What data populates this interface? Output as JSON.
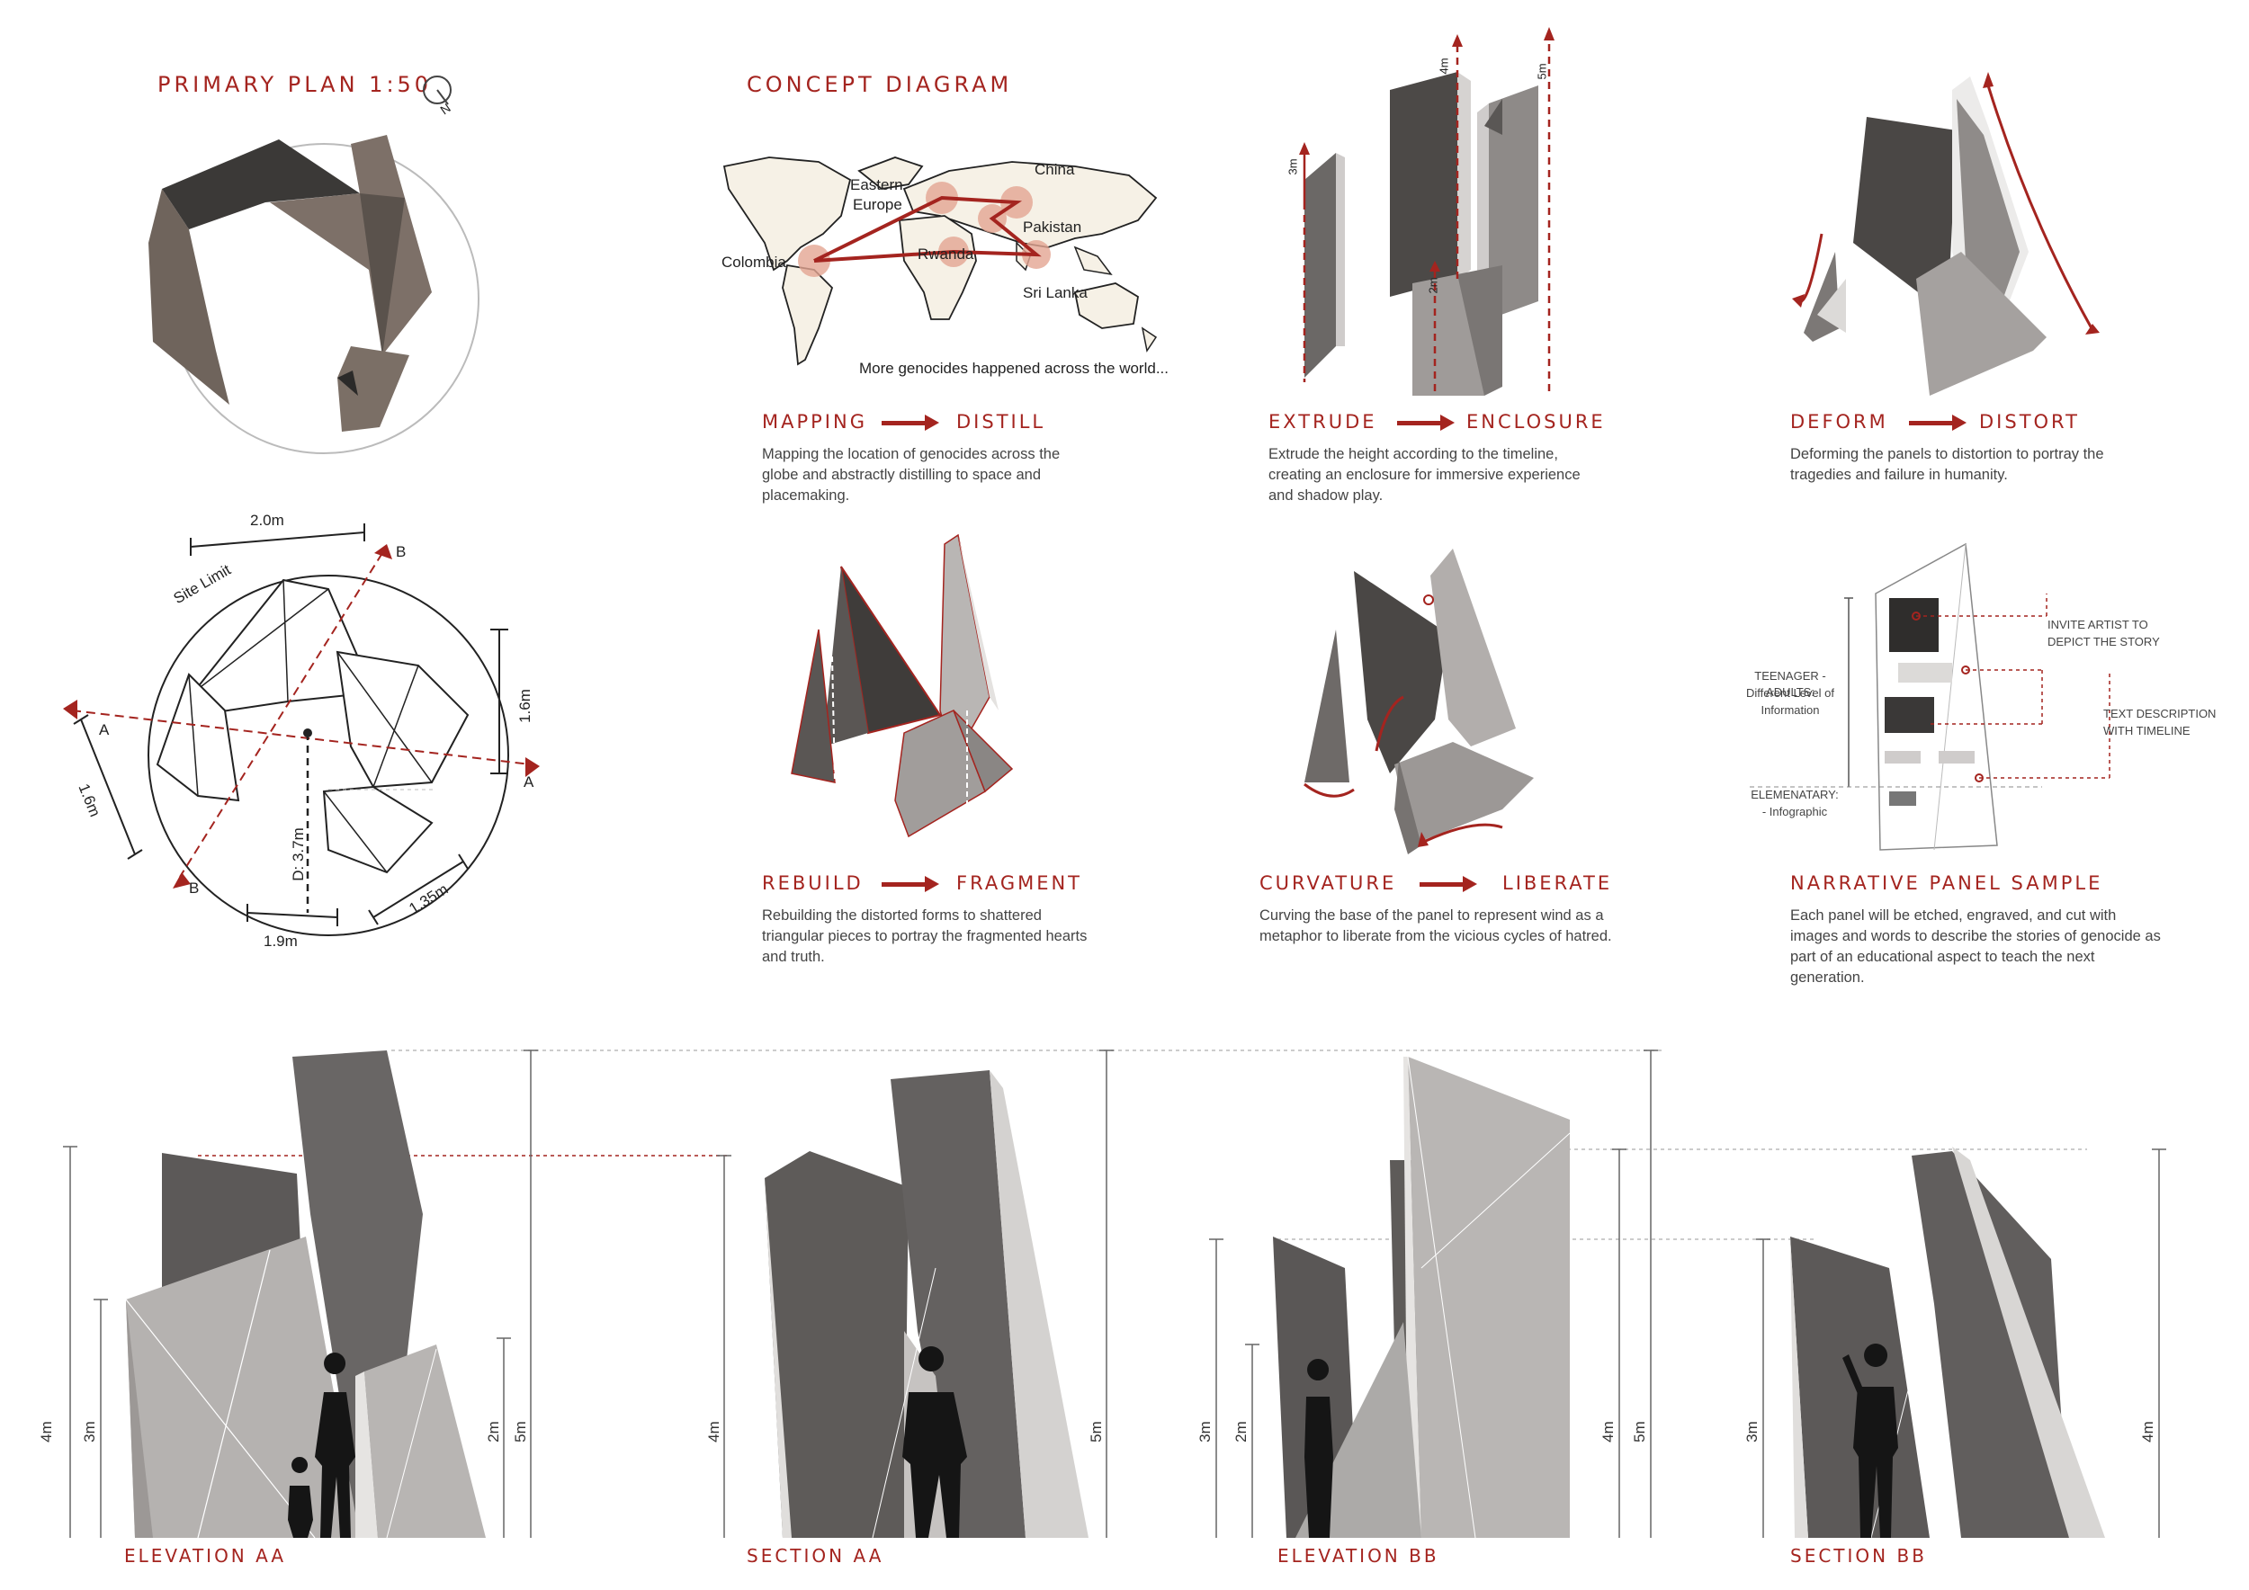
{
  "plan": {
    "title": "PRIMARY PLAN   1:50",
    "north": "N"
  },
  "concept": {
    "title": "CONCEPT DIAGRAM",
    "caption": "More genocides happened across the world...",
    "places": {
      "ee1": "Eastern",
      "ee2": "Europe",
      "china": "China",
      "pakistan": "Pakistan",
      "colombia": "Colombia",
      "rwanda": "Rwanda",
      "srilanka": "Sri Lanka"
    }
  },
  "dims_plan": {
    "site_limit": "Site Limit",
    "d20": "2.0m",
    "d16a": "1.6m",
    "d16b": "1.6m",
    "d19": "1.9m",
    "d135": "1.35m",
    "d37": "D: 3.7m",
    "a": "A",
    "b": "B"
  },
  "extrude_dims": {
    "m3": "3m",
    "m4": "4m",
    "m5": "5m",
    "m2": "2m"
  },
  "steps": [
    {
      "left": "MAPPING",
      "right": "DISTILL",
      "text": "Mapping the location of genocides across the globe and abstractly distilling to space and placemaking."
    },
    {
      "left": "EXTRUDE",
      "right": "ENCLOSURE",
      "text": "Extrude the height according to the timeline, creating an enclosure for immersive experience and shadow play."
    },
    {
      "left": "DEFORM",
      "right": "DISTORT",
      "text": "Deforming the panels to distortion to portray the tragedies and failure in humanity."
    },
    {
      "left": "REBUILD",
      "right": "FRAGMENT",
      "text": "Rebuilding the distorted forms to shattered triangular pieces to portray the fragmented hearts and truth."
    },
    {
      "left": "CURVATURE",
      "right": "LIBERATE",
      "text": "Curving the base of the panel to represent wind as a metaphor to liberate from the vicious cycles of hatred."
    }
  ],
  "narrative": {
    "title": "NARRATIVE PANEL SAMPLE",
    "text": "Each panel will be etched, engraved, and cut with images and words to describe the stories of genocide as part of an educational aspect to teach the next generation.",
    "teen1": "TEENAGER - ADULTS:",
    "teen2": "Different Level of",
    "teen3": "Information",
    "elem1": "ELEMENATARY:",
    "elem2": "- Infographic",
    "invite1": "INVITE ARTIST TO",
    "invite2": "DEPICT THE STORY",
    "textdesc1": "TEXT DESCRIPTION",
    "textdesc2": "WITH TIMELINE"
  },
  "elevations": [
    {
      "label": "ELEVATION AA",
      "d1": "4m",
      "d2": "3m",
      "d3": "2m",
      "d4": "5m"
    },
    {
      "label": "SECTION AA",
      "d1": "4m",
      "d2": "5m"
    },
    {
      "label": "ELEVATION BB",
      "d1": "3m",
      "d2": "2m",
      "d3": "4m",
      "d4": "5m"
    },
    {
      "label": "SECTION BB",
      "d1": "3m",
      "d2": "4m"
    }
  ],
  "colors": {
    "accent": "#a4241f",
    "panel_dark": "#4a4745",
    "panel_light": "#a8a5a3"
  }
}
